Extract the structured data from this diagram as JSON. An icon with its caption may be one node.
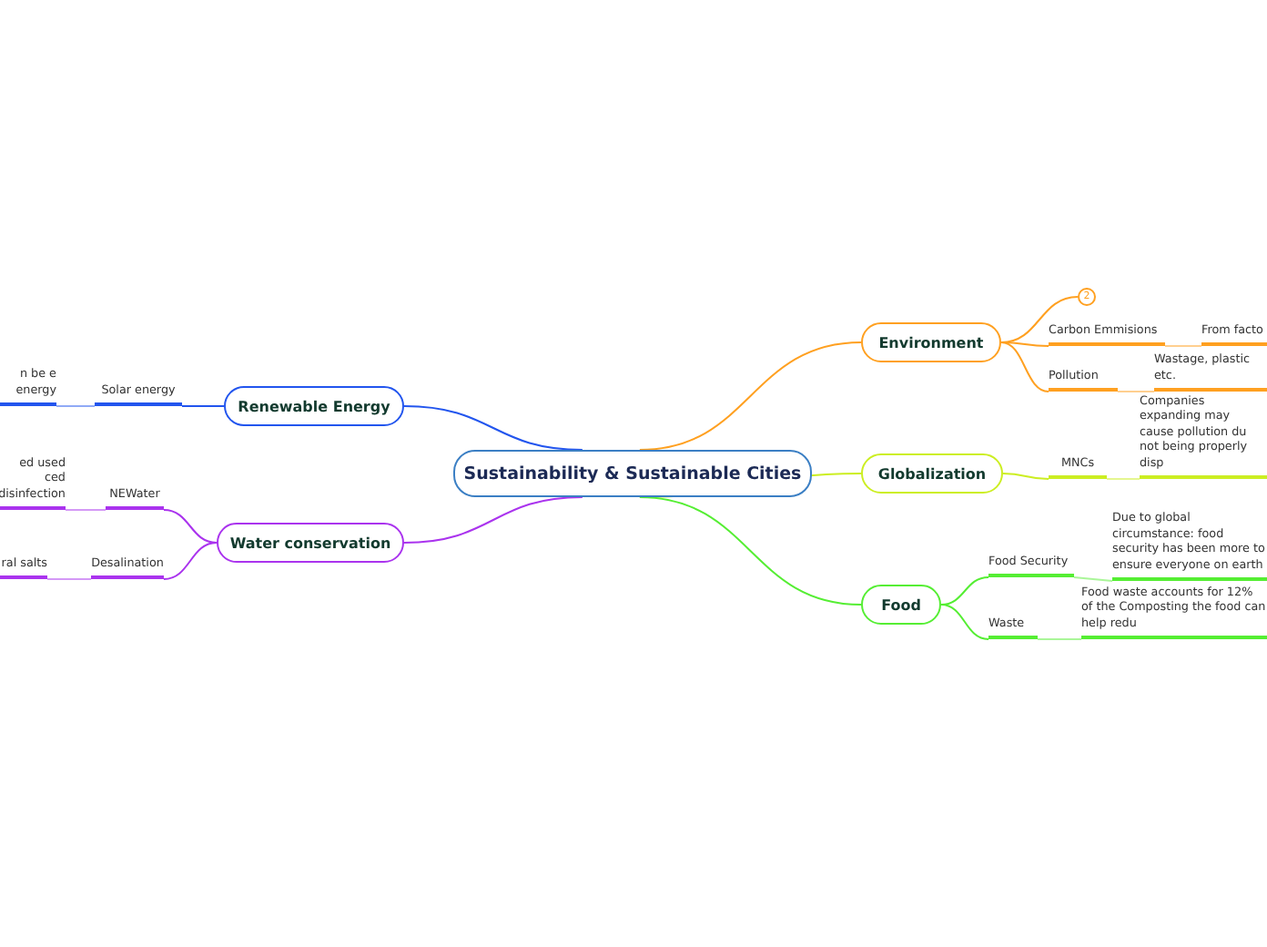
{
  "diagram": {
    "nodes": [
      {
        "text": [
          "Sustainability & Sustainable Cities"
        ]
      },
      {
        "text": [
          "Renewable Energy"
        ]
      },
      {
        "text": [
          "Solar energy"
        ]
      },
      {
        "text": [
          "n be e energy"
        ]
      },
      {
        "text": [
          "Water conservation"
        ]
      },
      {
        "text": [
          "NEWater"
        ]
      },
      {
        "text": [
          "ed used ced disinfection"
        ]
      },
      {
        "text": [
          "Desalination"
        ]
      },
      {
        "text": [
          "ral salts"
        ]
      },
      {
        "text": [
          "Environment"
        ]
      },
      {
        "text": [
          "2"
        ]
      },
      {
        "text": [
          "Carbon Emmisions"
        ]
      },
      {
        "text": [
          "From facto"
        ]
      },
      {
        "text": [
          "Pollution"
        ]
      },
      {
        "text": [
          "Wastage, plastic etc."
        ]
      },
      {
        "text": [
          "Globalization"
        ]
      },
      {
        "text": [
          "MNCs"
        ]
      },
      {
        "text": [
          "Companies expanding may cause pollution du not being properly disp"
        ]
      },
      {
        "text": [
          "Food"
        ]
      },
      {
        "text": [
          "Food Security"
        ]
      },
      {
        "text": [
          "Due to global circumstance: food security has been more to ensure everyone on earth"
        ]
      },
      {
        "text": [
          "Waste"
        ]
      },
      {
        "text": [
          "Food waste accounts for 12% of the Composting the food can help redu"
        ]
      }
    ],
    "edges": [
      {
        "from": 0,
        "to": 1,
        "arrow": "none",
        "color": "#2255ee"
      },
      {
        "from": 1,
        "to": 2,
        "arrow": "none",
        "color": "#2255ee"
      },
      {
        "from": 2,
        "to": 3,
        "arrow": "none",
        "color": "#2255ee"
      },
      {
        "from": 0,
        "to": 4,
        "arrow": "none",
        "color": "#aa33ee"
      },
      {
        "from": 4,
        "to": 5,
        "arrow": "none",
        "color": "#aa33ee"
      },
      {
        "from": 5,
        "to": 6,
        "arrow": "none",
        "color": "#aa33ee"
      },
      {
        "from": 4,
        "to": 7,
        "arrow": "none",
        "color": "#aa33ee"
      },
      {
        "from": 7,
        "to": 8,
        "arrow": "none",
        "color": "#aa33ee"
      },
      {
        "from": 0,
        "to": 9,
        "arrow": "none",
        "color": "#ffa020"
      },
      {
        "from": 9,
        "to": 10,
        "arrow": "none",
        "color": "#ffa020"
      },
      {
        "from": 9,
        "to": 11,
        "arrow": "none",
        "color": "#ffa020"
      },
      {
        "from": 11,
        "to": 12,
        "arrow": "none",
        "color": "#ffa020"
      },
      {
        "from": 9,
        "to": 13,
        "arrow": "none",
        "color": "#ffa020"
      },
      {
        "from": 13,
        "to": 14,
        "arrow": "none",
        "color": "#ffa020"
      },
      {
        "from": 0,
        "to": 15,
        "arrow": "none",
        "color": "#ccee22"
      },
      {
        "from": 15,
        "to": 16,
        "arrow": "none",
        "color": "#ccee22"
      },
      {
        "from": 16,
        "to": 17,
        "arrow": "none",
        "color": "#ccee22"
      },
      {
        "from": 0,
        "to": 18,
        "arrow": "none",
        "color": "#55ee33"
      },
      {
        "from": 18,
        "to": 19,
        "arrow": "none",
        "color": "#55ee33"
      },
      {
        "from": 19,
        "to": 20,
        "arrow": "none",
        "color": "#55ee33"
      },
      {
        "from": 18,
        "to": 21,
        "arrow": "none",
        "color": "#55ee33"
      },
      {
        "from": 21,
        "to": 22,
        "arrow": "none",
        "color": "#55ee33"
      }
    ]
  }
}
